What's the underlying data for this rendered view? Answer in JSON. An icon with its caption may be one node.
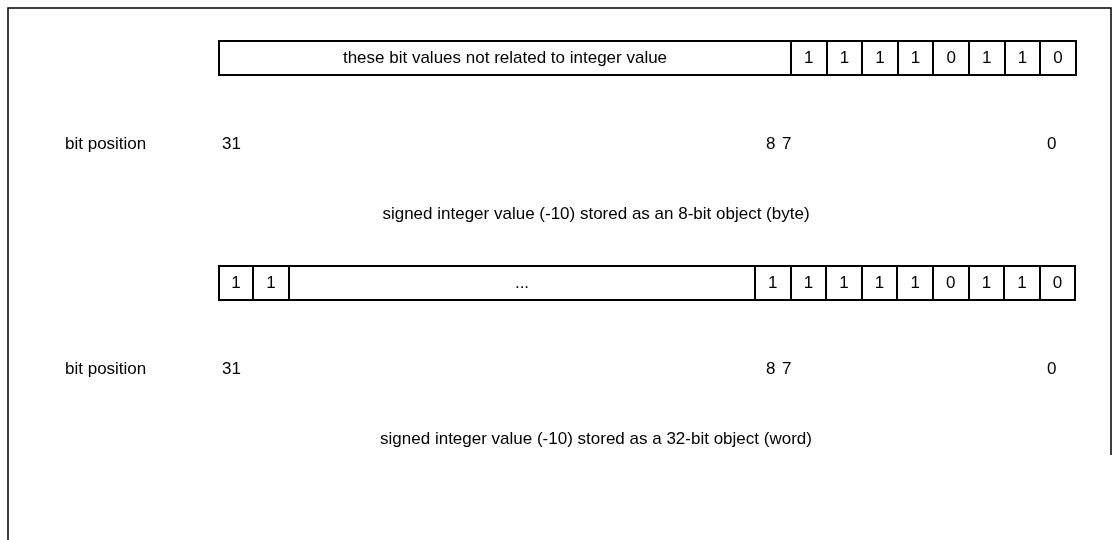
{
  "diagram": {
    "labels": [
      "these bit values not related to integer value",
      "1",
      "1",
      "1",
      "1",
      "0",
      "1",
      "1",
      "0",
      "bit position",
      "31",
      "8",
      "7",
      "0",
      "signed integer value (-10) stored as an 8-bit object (byte)",
      "1",
      "1",
      "...",
      "1",
      "1",
      "1",
      "1",
      "1",
      "0",
      "1",
      "1",
      "0",
      "bit position",
      "31",
      "8",
      "7",
      "0",
      "signed integer value (-10) stored as a 32-bit object (word)"
    ]
  }
}
